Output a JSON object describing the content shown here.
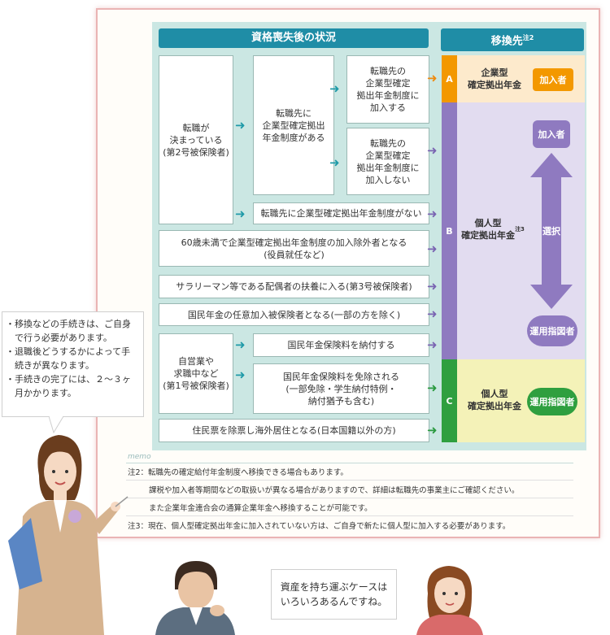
{
  "header": {
    "status_title": "資格喪失後の状況",
    "dest_title": "移換先",
    "dest_note": "注2"
  },
  "situations": {
    "job_change": "転職が\n決まっている\n(第2号被保険者)",
    "new_employer_has_plan": "転職先に\n企業型確定拠出\n年金制度がある",
    "join": "転職先の\n企業型確定\n拠出年金制度に\n加入する",
    "not_join": "転職先の\n企業型確定\n拠出年金制度に\n加入しない",
    "no_plan": "転職先に企業型確定拠出年金制度がない",
    "under60_excluded": "60歳未満で企業型確定拠出年金制度の加入除外者となる\n(役員就任など)",
    "spouse": "サラリーマン等である配偶者の扶養に入る(第3号被保険者)",
    "voluntary": "国民年金の任意加入被保険者となる(一部の方を除く)",
    "self_employed": "自営業や\n求職中など\n(第1号被保険者)",
    "pay_premium": "国民年金保険料を納付する",
    "exempt_premium": "国民年金保険料を免除される\n(一部免除・学生納付特例・\n納付猶予も含む)",
    "abroad": "住民票を除票し海外居住となる(日本国籍以外の方)"
  },
  "destinations": {
    "a": {
      "letter": "A",
      "name": "企業型\n確定拠出年金",
      "badge": "加入者"
    },
    "b": {
      "letter": "B",
      "name": "個人型\n確定拠出年金",
      "note": "注3",
      "top": "加入者",
      "mid": "選択",
      "bottom": "運用指図者"
    },
    "c": {
      "letter": "C",
      "name": "個人型\n確定拠出年金",
      "badge": "運用指図者"
    }
  },
  "memo": {
    "label": "memo",
    "lines": [
      "注2：転職先の確定給付年金制度へ移換できる場合もあります。",
      "課税や加入者等期間などの取扱いが異なる場合がありますので、詳細は転職先の事業主にご確認ください。",
      "また企業年金連合会の通算企業年金へ移換することが可能です。",
      "注3：現在、個人型確定拠出年金に加入されていない方は、ご自身で新たに個人型に加入する必要があります。"
    ]
  },
  "bubbles": {
    "woman_lines": [
      "・移換などの手続きは、ご自身",
      "　で行う必要があります。",
      "・退職後どうするかによって手",
      "　続きが異なります。",
      "・手続きの完了には、２～３ヶ",
      "　月かかります。"
    ],
    "man_lines": [
      "資産を持ち運ぶケースは",
      "いろいろあるんですね。"
    ]
  },
  "colors": {
    "teal_header": "#1f8da6",
    "orange": "#f39800",
    "purple": "#8f7ac0",
    "green": "#2f9f3f",
    "a_bg": "#fdeacc",
    "b_bg": "#e2dcf0",
    "c_bg": "#f4f2b8"
  }
}
